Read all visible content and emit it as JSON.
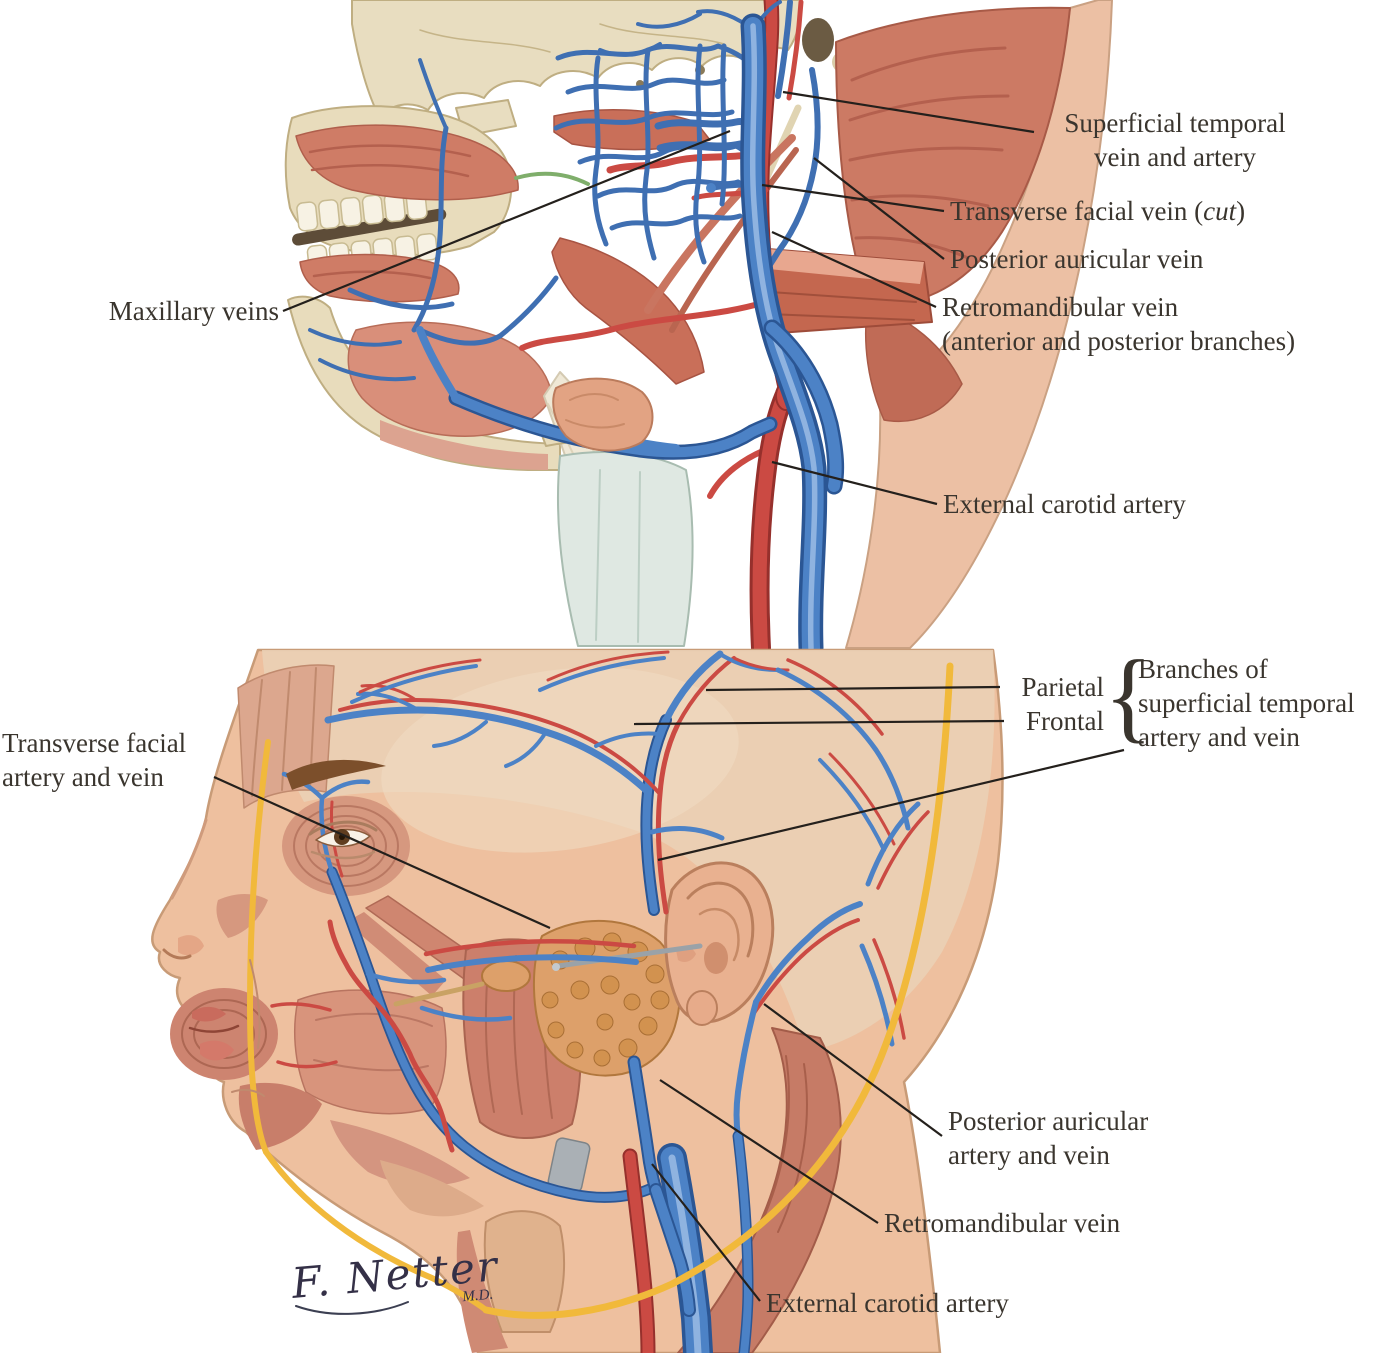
{
  "colors": {
    "vein_blue": "#4c82c6",
    "artery_red": "#cb4a43",
    "fat_yellow": "#f1b93b",
    "label_text": "#3a352e",
    "leader_line": "#24201c"
  },
  "top_panel": {
    "labels": {
      "maxillary_veins": "Maxillary veins",
      "superficial_temporal_line1": "Superficial temporal",
      "superficial_temporal_line2": "vein and artery",
      "transverse_facial_pre": "Transverse facial vein (",
      "transverse_facial_cut": "cut",
      "transverse_facial_post": ")",
      "posterior_auricular": "Posterior auricular vein",
      "retromandibular_line1": "Retromandibular vein",
      "retromandibular_line2": "(anterior and posterior branches)",
      "external_carotid": "External carotid artery"
    }
  },
  "bottom_panel": {
    "labels": {
      "transverse_facial_line1": "Transverse facial",
      "transverse_facial_line2": "artery and vein",
      "parietal": "Parietal",
      "frontal": "Frontal",
      "brace": "{",
      "branches_line1": "Branches of",
      "branches_line2": "superficial temporal",
      "branches_line3": "artery and vein",
      "posterior_auricular_line1": "Posterior auricular",
      "posterior_auricular_line2": "artery and vein",
      "retromandibular": "Retromandibular vein",
      "external_carotid": "External carotid artery"
    },
    "signature": {
      "name": "F. Netter",
      "credentials": "M.D."
    }
  }
}
